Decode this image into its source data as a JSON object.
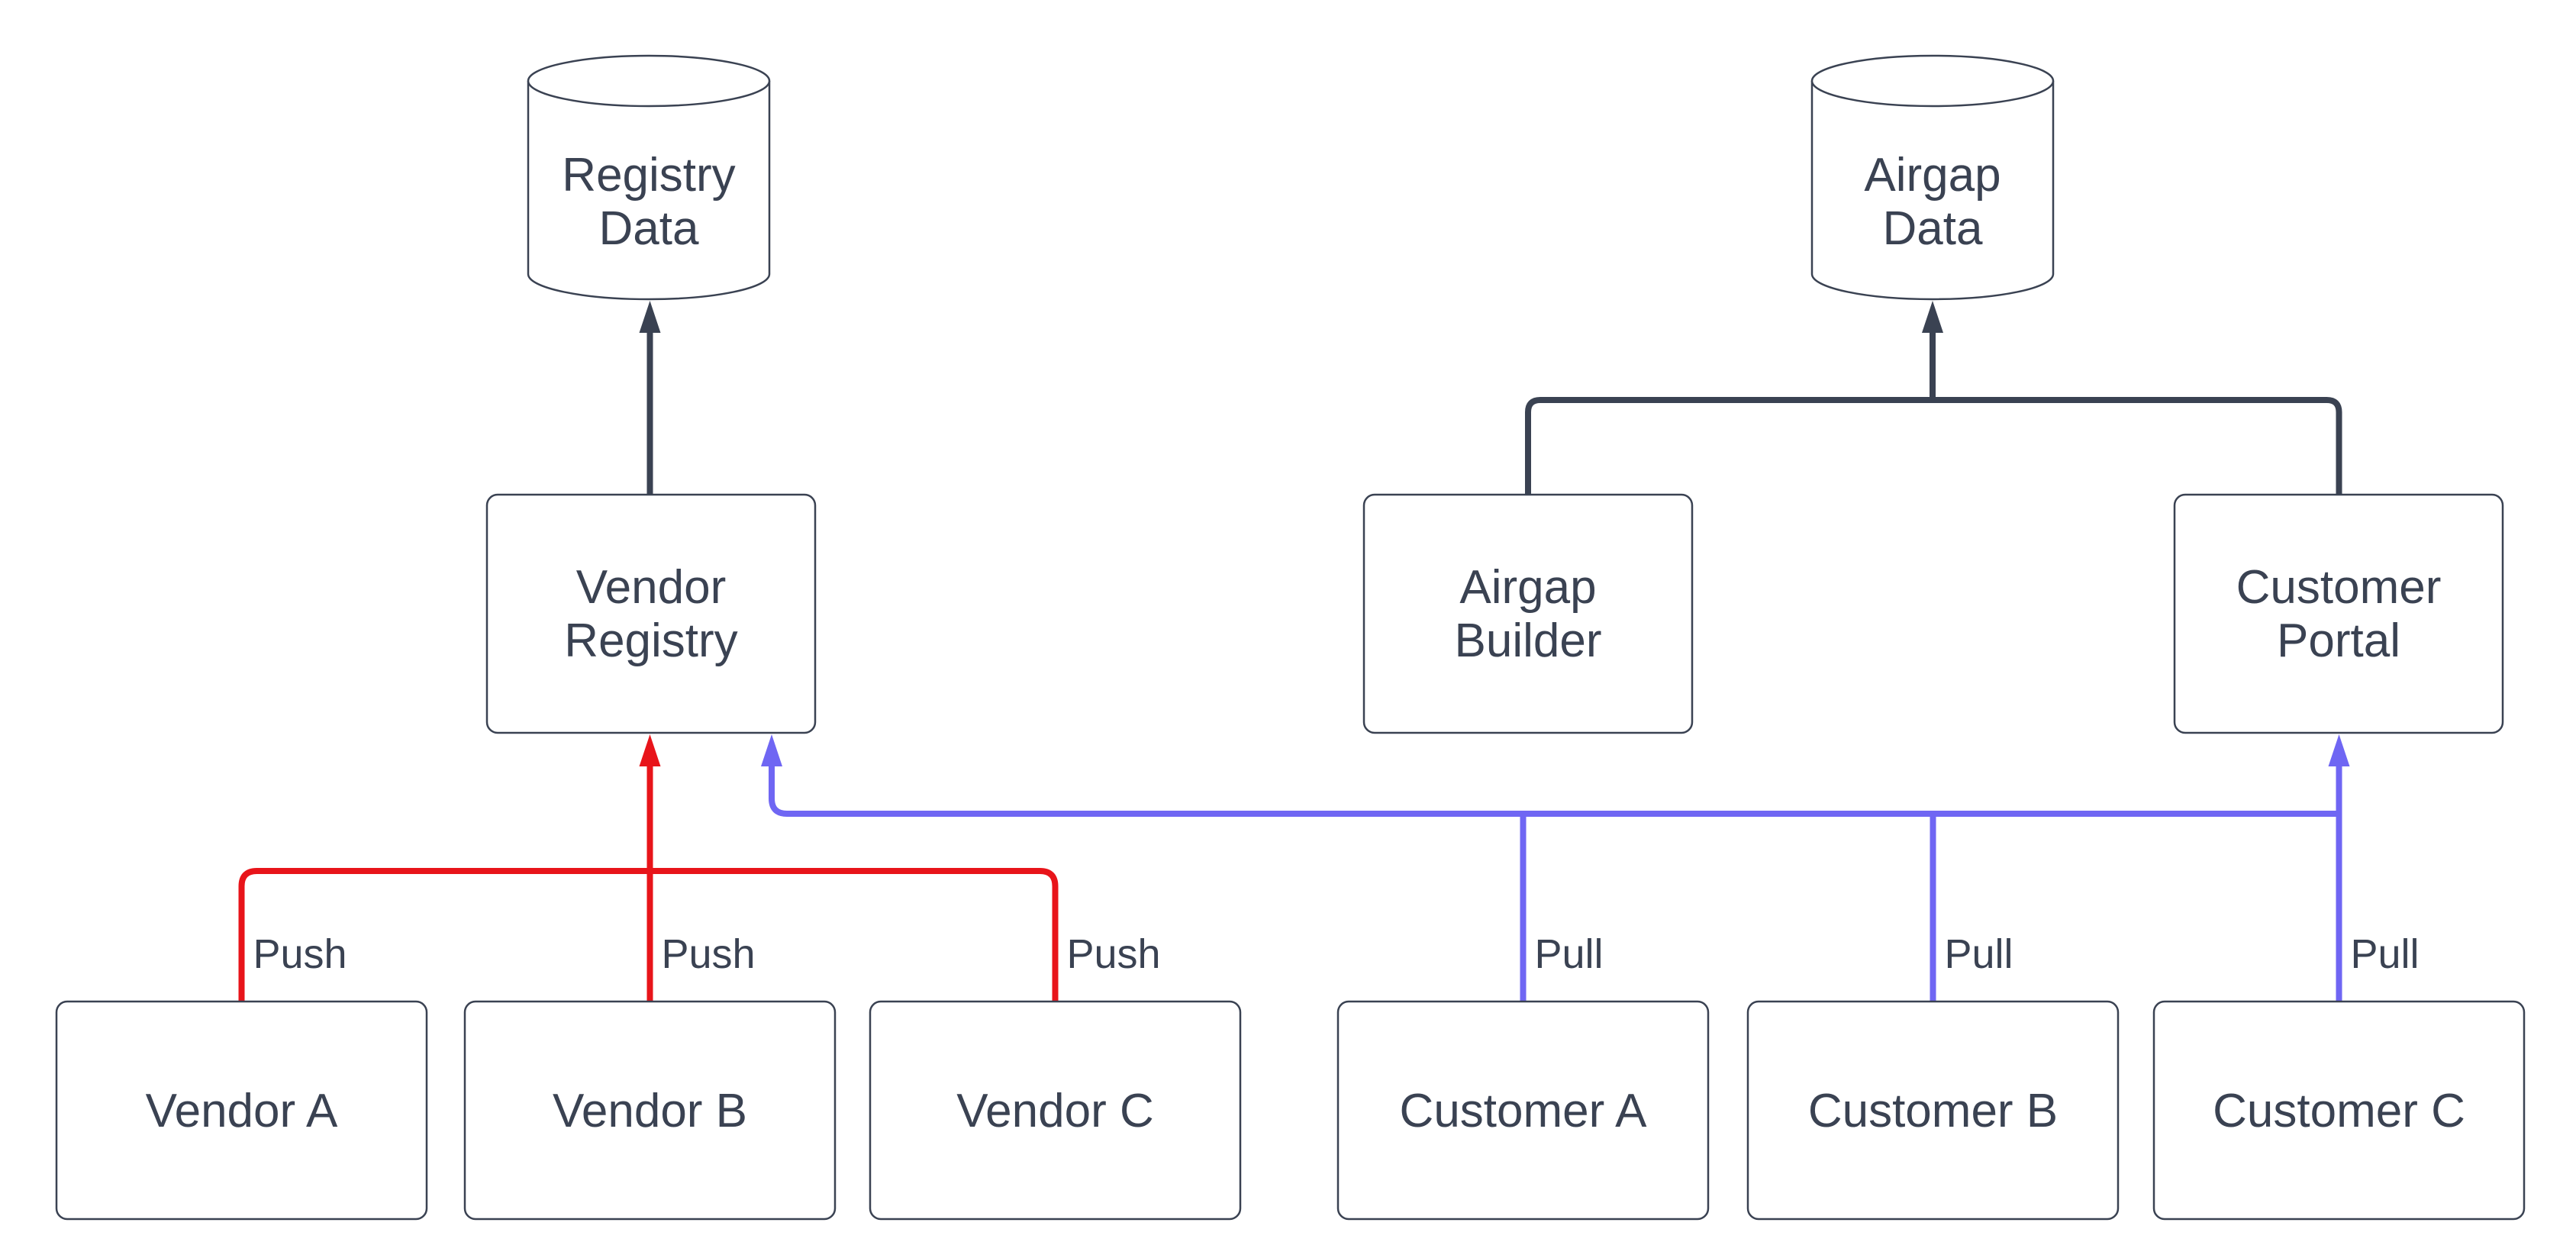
{
  "diagram": {
    "colors": {
      "dark": "#3a4252",
      "red": "#e8141a",
      "blue": "#6f66f3",
      "node_fill": "#ffffff",
      "background": "#ffffff"
    },
    "nodes": {
      "registry_data": {
        "type": "cylinder",
        "line1": "Registry",
        "line2": "Data"
      },
      "airgap_data": {
        "type": "cylinder",
        "line1": "Airgap",
        "line2": "Data"
      },
      "vendor_registry": {
        "type": "box",
        "line1": "Vendor",
        "line2": "Registry"
      },
      "airgap_builder": {
        "type": "box",
        "line1": "Airgap",
        "line2": "Builder"
      },
      "customer_portal": {
        "type": "box",
        "line1": "Customer",
        "line2": "Portal"
      },
      "vendor_a": {
        "type": "box",
        "label": "Vendor A"
      },
      "vendor_b": {
        "type": "box",
        "label": "Vendor B"
      },
      "vendor_c": {
        "type": "box",
        "label": "Vendor C"
      },
      "customer_a": {
        "type": "box",
        "label": "Customer A"
      },
      "customer_b": {
        "type": "box",
        "label": "Customer B"
      },
      "customer_c": {
        "type": "box",
        "label": "Customer C"
      }
    },
    "edge_labels": {
      "push": "Push",
      "pull": "Pull"
    },
    "edges": [
      {
        "from": "Vendor Registry",
        "to": "Registry Data",
        "color": "dark",
        "label": ""
      },
      {
        "from": "Vendor A",
        "to": "Vendor Registry",
        "color": "red",
        "label": "Push"
      },
      {
        "from": "Vendor B",
        "to": "Vendor Registry",
        "color": "red",
        "label": "Push"
      },
      {
        "from": "Vendor C",
        "to": "Vendor Registry",
        "color": "red",
        "label": "Push"
      },
      {
        "from": "Airgap Builder",
        "to": "Airgap Data",
        "color": "dark",
        "label": ""
      },
      {
        "from": "Customer Portal",
        "to": "Airgap Data",
        "color": "dark",
        "label": ""
      },
      {
        "from": "Customer A",
        "to": "Vendor Registry, Customer Portal",
        "color": "blue",
        "label": "Pull"
      },
      {
        "from": "Customer B",
        "to": "Vendor Registry, Customer Portal",
        "color": "blue",
        "label": "Pull"
      },
      {
        "from": "Customer C",
        "to": "Vendor Registry, Customer Portal",
        "color": "blue",
        "label": "Pull"
      }
    ]
  }
}
